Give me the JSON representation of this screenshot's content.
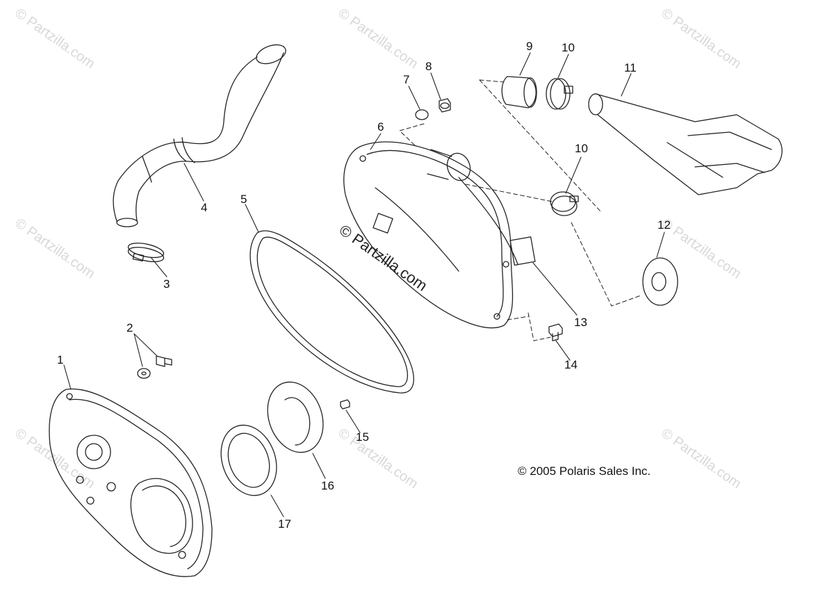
{
  "diagram": {
    "callouts": {
      "c1": "1",
      "c2": "2",
      "c3": "3",
      "c4": "4",
      "c5": "5",
      "c6": "6",
      "c7": "7",
      "c8": "8",
      "c9": "9",
      "c10a": "10",
      "c10b": "10",
      "c11": "11",
      "c12": "12",
      "c13": "13",
      "c14": "14",
      "c15": "15",
      "c16": "16",
      "c17": "17"
    },
    "copyright": "© 2005 Polaris Sales Inc.",
    "watermark": "© Partzilla.com",
    "center_watermark": "© Partzilla.com"
  },
  "colors": {
    "line": "#222222",
    "watermark": "#d8d8d8"
  }
}
